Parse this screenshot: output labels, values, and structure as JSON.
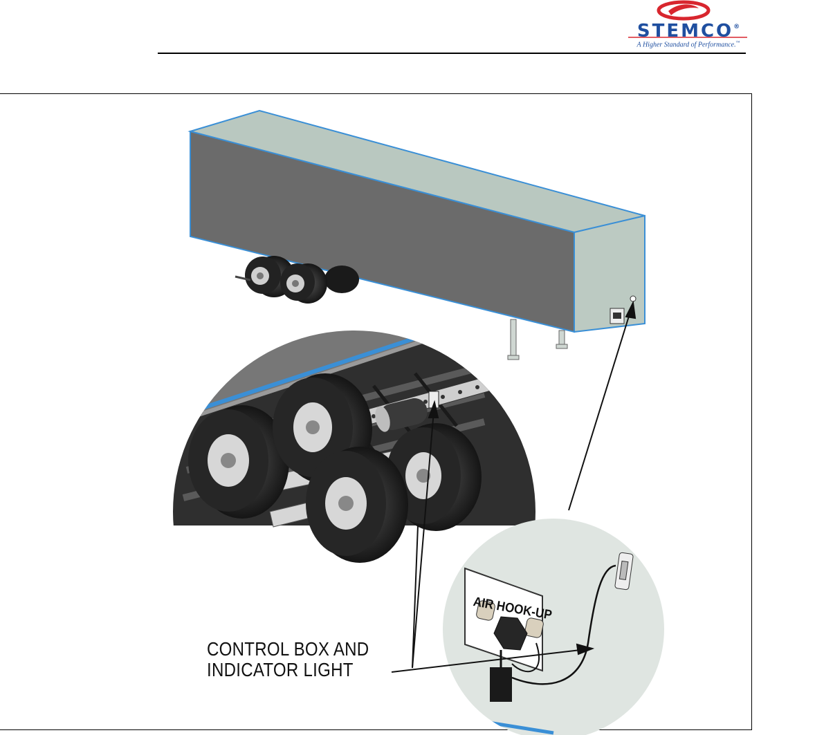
{
  "header": {
    "logo_text": "STEMCO",
    "registered_mark": "®",
    "tagline": "A Higher Standard of Performance.",
    "tagline_mark": "™"
  },
  "figure": {
    "callout_line1": "CONTROL BOX AND",
    "callout_line2": "INDICATOR LIGHT",
    "plate_label": "AIR HOOK-UP"
  },
  "colors": {
    "brand_blue": "#1f4fa0",
    "brand_red": "#d8262e",
    "trailer_side": "#6b6b6b",
    "trailer_top": "#b9c8c0",
    "trailer_edge": "#3a8fd6"
  }
}
